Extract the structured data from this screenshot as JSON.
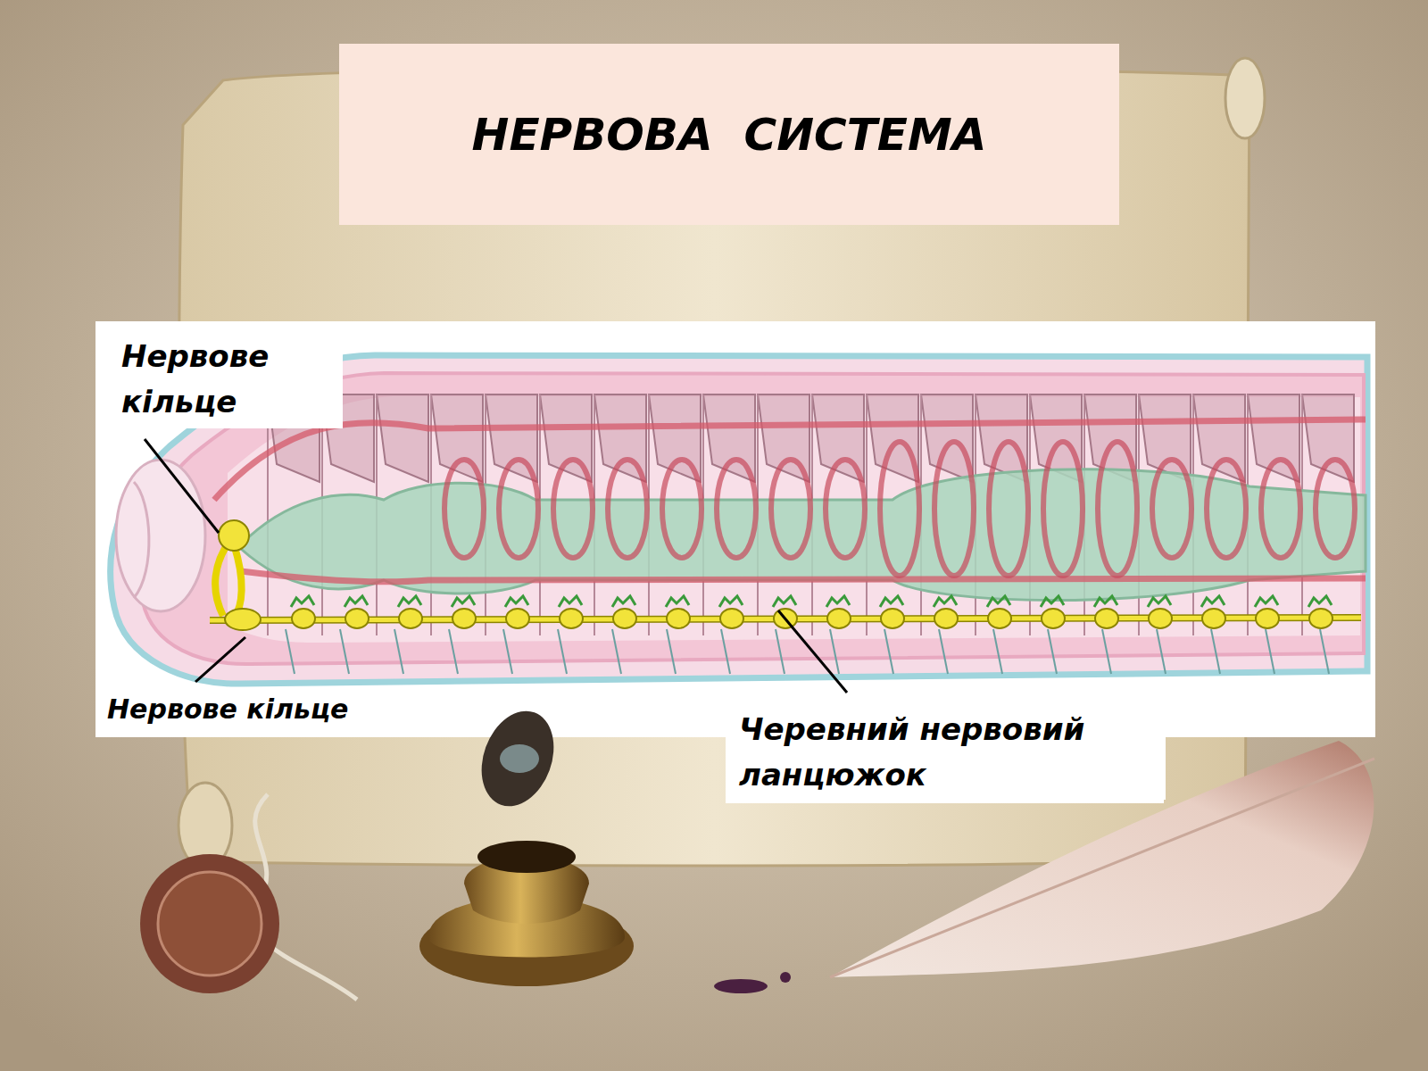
{
  "diagram": {
    "title": "НЕРВОВА  СИСТЕМА",
    "labels": [
      "Нервове кільце",
      "Нервове кільце",
      "Черевний нервовий ланцюжок"
    ]
  }
}
